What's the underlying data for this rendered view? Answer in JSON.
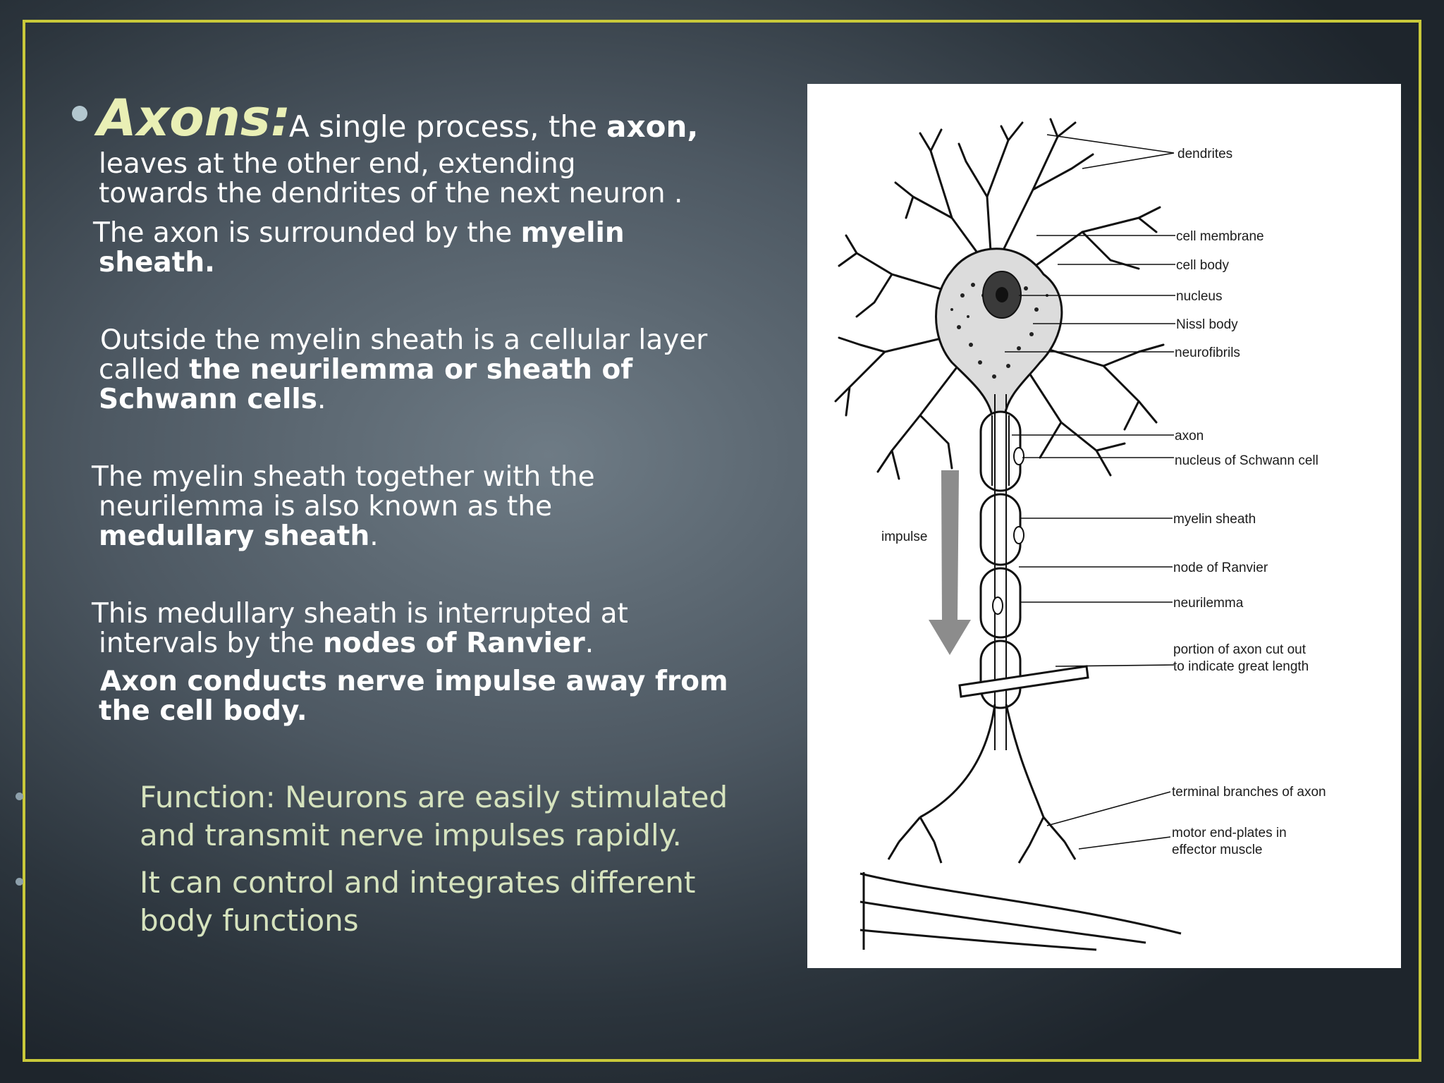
{
  "slide": {
    "heading": "Axons:",
    "lead_text": "A single process, the",
    "lead_bold": "axon,",
    "line2": "leaves at the other end, extending",
    "line3": "towards the dendrites of the next neuron .",
    "p2_text": "The axon is surrounded by the",
    "p2_bold": "myelin",
    "p2_bold2": "sheath.",
    "p3_line1": "Outside the myelin sheath is a cellular layer",
    "p3_text": "called",
    "p3_bold": "the neurilemma or sheath of",
    "p3_bold2": "Schwann cells",
    "p3_end": ".",
    "p4_line1": "The myelin sheath together with the",
    "p4_line2": "neurilemma is also known as the",
    "p4_bold": "medullary sheath",
    "p4_end": ".",
    "p5_line1": "This medullary sheath is interrupted at",
    "p5_text": "intervals by the",
    "p5_bold": "nodes of Ranvier",
    "p5_end": ".",
    "p6_line1": "Axon conducts nerve impulse away from",
    "p6_line2": "the cell body.",
    "func_line1": "Function: Neurons are easily stimulated",
    "func_line2": "and transmit nerve impulses rapidly.",
    "func2_line1": "It can control and integrates different",
    "func2_line2": "body functions"
  },
  "figure": {
    "labels": {
      "dendrites": "dendrites",
      "cell_membrane": "cell membrane",
      "cell_body": "cell body",
      "nucleus": "nucleus",
      "nissl_body": "Nissl body",
      "neurofibrils": "neurofibrils",
      "axon": "axon",
      "nucleus_schwann": "nucleus of Schwann cell",
      "impulse": "impulse",
      "myelin_sheath": "myelin sheath",
      "node_of_ranvier": "node of Ranvier",
      "neurilemma": "neurilemma",
      "portion_line1": "portion of axon cut out",
      "portion_line2": "to indicate great length",
      "terminal_branches": "terminal branches of axon",
      "motor_line1": "motor end-plates in",
      "motor_line2": "effector muscle"
    }
  },
  "colors": {
    "frame": "#c9c93a",
    "heading": "#e9efb5",
    "function_text": "#d6e3be",
    "body_text": "#ffffff"
  }
}
